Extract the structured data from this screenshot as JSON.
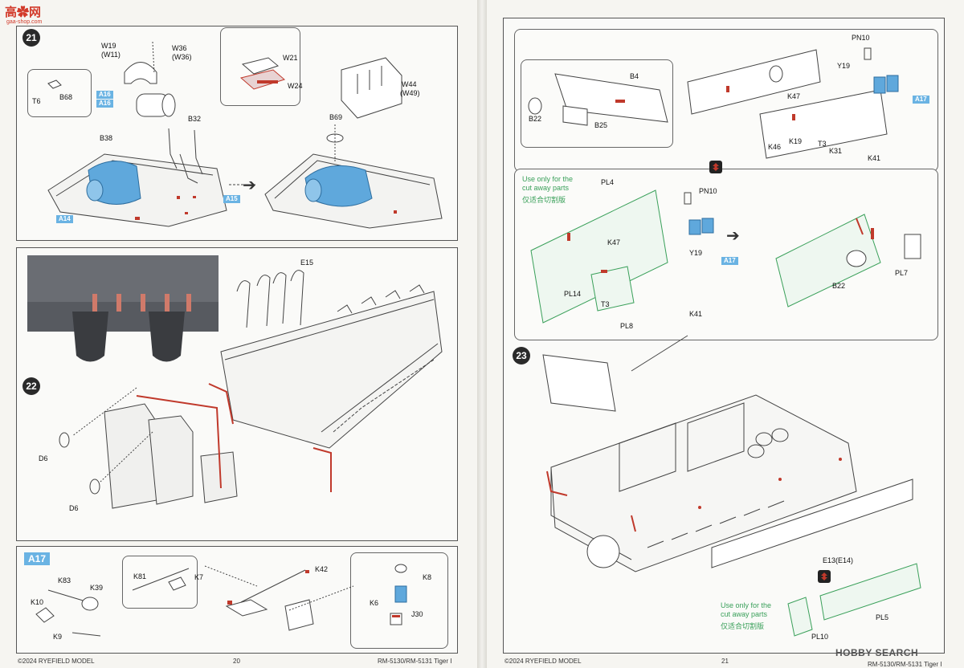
{
  "watermark_top": {
    "logo": "高✿网",
    "url": "gaa-shop.com"
  },
  "watermark_bottom": "HOBBY SEARCH",
  "steps": {
    "s21": "21",
    "s22": "22",
    "s23": "23"
  },
  "step21": {
    "labels": {
      "w19": "W19",
      "w11": "(W11)",
      "w36": "W36",
      "w36b": "(W36)",
      "w21": "W21",
      "w24": "W24",
      "t6": "T6",
      "b68": "B68",
      "b38": "B38",
      "b32": "B32",
      "b69": "B69",
      "w44": "W44",
      "w49": "(W49)"
    },
    "blue": {
      "a16": "A16",
      "a16b": "A16",
      "a15": "A15",
      "a14": "A14"
    }
  },
  "step22": {
    "labels": {
      "e15": "E15",
      "d6a": "D6",
      "d6b": "D6"
    }
  },
  "a17": {
    "header": "A17",
    "labels": {
      "k83": "K83",
      "k39": "K39",
      "k10": "K10",
      "k9": "K9",
      "k81": "K81",
      "k7": "K7",
      "k42": "K42",
      "k8": "K8",
      "k6": "K6",
      "j30": "J30"
    }
  },
  "step23": {
    "labels": {
      "pn10": "PN10",
      "y19": "Y19",
      "b4": "B4",
      "b22": "B22",
      "b25": "B25",
      "k47": "K47",
      "k46": "K46",
      "k19": "K19",
      "t3": "T3",
      "k31": "K31",
      "k41": "K41",
      "pl4": "PL4",
      "pn10b": "PN10",
      "k47b": "K47",
      "y19b": "Y19",
      "pl14": "PL14",
      "t3b": "T3",
      "pl8": "PL8",
      "k41b": "K41",
      "b22b": "B22",
      "pl7": "PL7",
      "e13": "E13(E14)",
      "pl5": "PL5",
      "pl10": "PL10"
    },
    "blue": {
      "a17a": "A17",
      "a17b": "A17"
    },
    "green1": {
      "en1": "Use only for the",
      "en2": "cut away parts",
      "cn": "仅适合切割版"
    },
    "green2": {
      "en1": "Use only for the",
      "en2": "cut away parts",
      "cn": "仅适合切割版"
    }
  },
  "footer_left": {
    "copyright": "©2024 RYEFIELD MODEL",
    "page": "20",
    "model": "RM-5130/RM-5131 Tiger I"
  },
  "footer_right": {
    "copyright": "©2024 RYEFIELD MODEL",
    "page": "21",
    "model": "RM-5130/RM-5131 Tiger I"
  },
  "colors": {
    "accent_blue": "#6ab3e3",
    "part_red": "#c0392b",
    "cutaway_green": "#3aa05a",
    "part_fill_blue": "#5fa8dc"
  }
}
